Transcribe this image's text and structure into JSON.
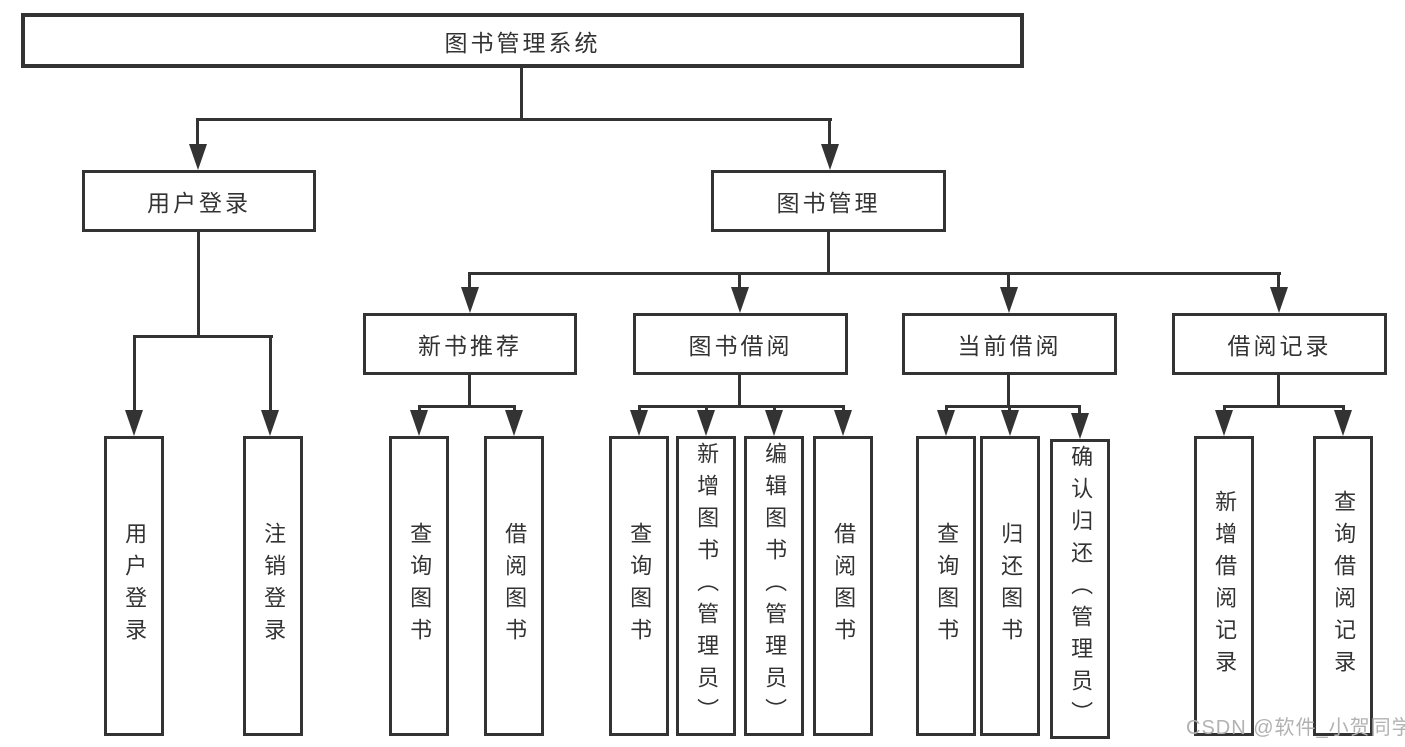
{
  "tree": {
    "label": "图书管理系统",
    "children": [
      {
        "label": "用户登录",
        "children": [
          {
            "label": "用户登录"
          },
          {
            "label": "注销登录"
          }
        ]
      },
      {
        "label": "图书管理",
        "children": [
          {
            "label": "新书推荐",
            "children": [
              {
                "label": "查询图书"
              },
              {
                "label": "借阅图书"
              }
            ]
          },
          {
            "label": "图书借阅",
            "children": [
              {
                "label": "查询图书"
              },
              {
                "label": "新增图书（管理员）"
              },
              {
                "label": "编辑图书（管理员）"
              },
              {
                "label": "借阅图书"
              }
            ]
          },
          {
            "label": "当前借阅",
            "children": [
              {
                "label": "查询图书"
              },
              {
                "label": "归还图书"
              },
              {
                "label": "确认归还（管理员）"
              }
            ]
          },
          {
            "label": "借阅记录",
            "children": [
              {
                "label": "新增借阅记录"
              },
              {
                "label": "查询借阅记录"
              }
            ]
          }
        ]
      }
    ]
  },
  "watermark": {
    "text": "CSDN @软件_小贺同学"
  },
  "colors": {
    "line": "#333333",
    "text": "#333333",
    "background": "#ffffff",
    "watermark": "#b2b2b2"
  }
}
